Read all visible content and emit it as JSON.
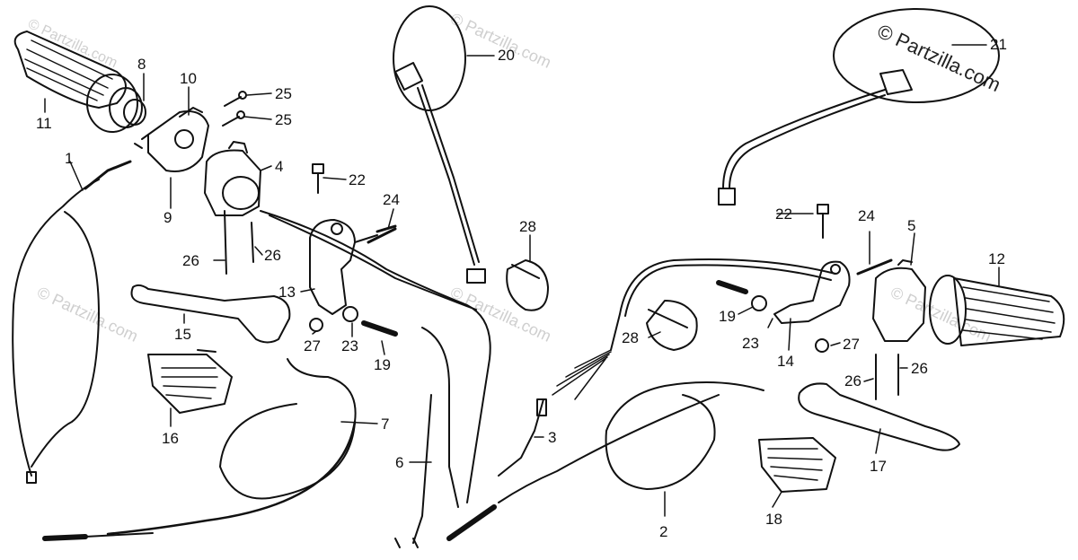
{
  "watermark": {
    "main": "© Partzilla.com",
    "faint": "© Partzilla.com"
  },
  "labels": {
    "p1": "1",
    "p2": "2",
    "p3": "3",
    "p4": "4",
    "p5": "5",
    "p6": "6",
    "p7": "7",
    "p8": "8",
    "p9": "9",
    "p10": "10",
    "p11": "11",
    "p12": "12",
    "p13": "13",
    "p14": "14",
    "p15": "15",
    "p16": "16",
    "p17": "17",
    "p18": "18",
    "p19a": "19",
    "p19b": "19",
    "p20": "20",
    "p21": "21",
    "p22a": "22",
    "p22b": "22",
    "p23a": "23",
    "p23b": "23",
    "p24a": "24",
    "p24b": "24",
    "p25a": "25",
    "p25b": "25",
    "p26a": "26",
    "p26b": "26",
    "p26c": "26",
    "p26d": "26",
    "p27a": "27",
    "p27b": "27",
    "p28a": "28",
    "p28b": "28"
  },
  "colors": {
    "ink": "#111111",
    "watermark": "#cfcfcf"
  }
}
